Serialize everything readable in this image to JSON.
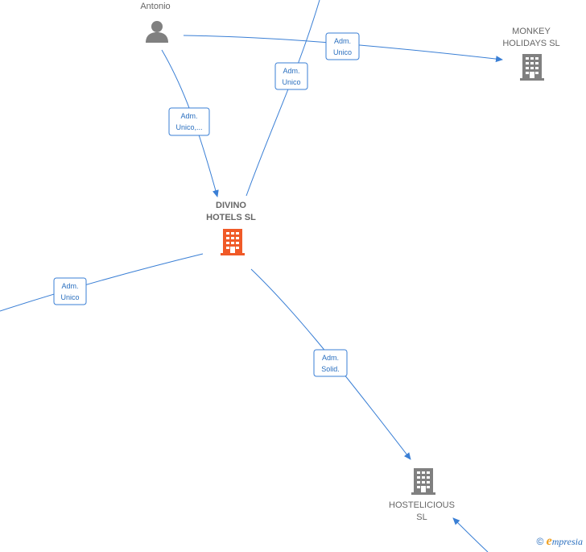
{
  "colors": {
    "edge": "#3a7fd5",
    "company": "#808080",
    "focus": "#f05a28",
    "person": "#808080"
  },
  "nodes": {
    "antonio": {
      "label": "Antonio",
      "icon": "person-icon"
    },
    "monkey": {
      "line1": "MONKEY",
      "line2": "HOLIDAYS  SL",
      "icon": "building-icon"
    },
    "divino": {
      "line1": "DIVINO",
      "line2": "HOTELS  SL",
      "icon": "building-icon"
    },
    "hostelicious": {
      "line1": "HOSTELICIOUS",
      "line2": "SL",
      "icon": "building-icon"
    }
  },
  "edges": {
    "antonio_monkey": {
      "line1": "Adm.",
      "line2": "Unico"
    },
    "top_divino": {
      "line1": "Adm.",
      "line2": "Unico"
    },
    "antonio_divino": {
      "line1": "Adm.",
      "line2": "Unico,..."
    },
    "left_divino": {
      "line1": "Adm.",
      "line2": "Unico"
    },
    "divino_hostelicious": {
      "line1": "Adm.",
      "line2": "Solid."
    }
  },
  "footer": {
    "copyright": "©",
    "brand_initial": "e",
    "brand_rest": "mpresia"
  }
}
